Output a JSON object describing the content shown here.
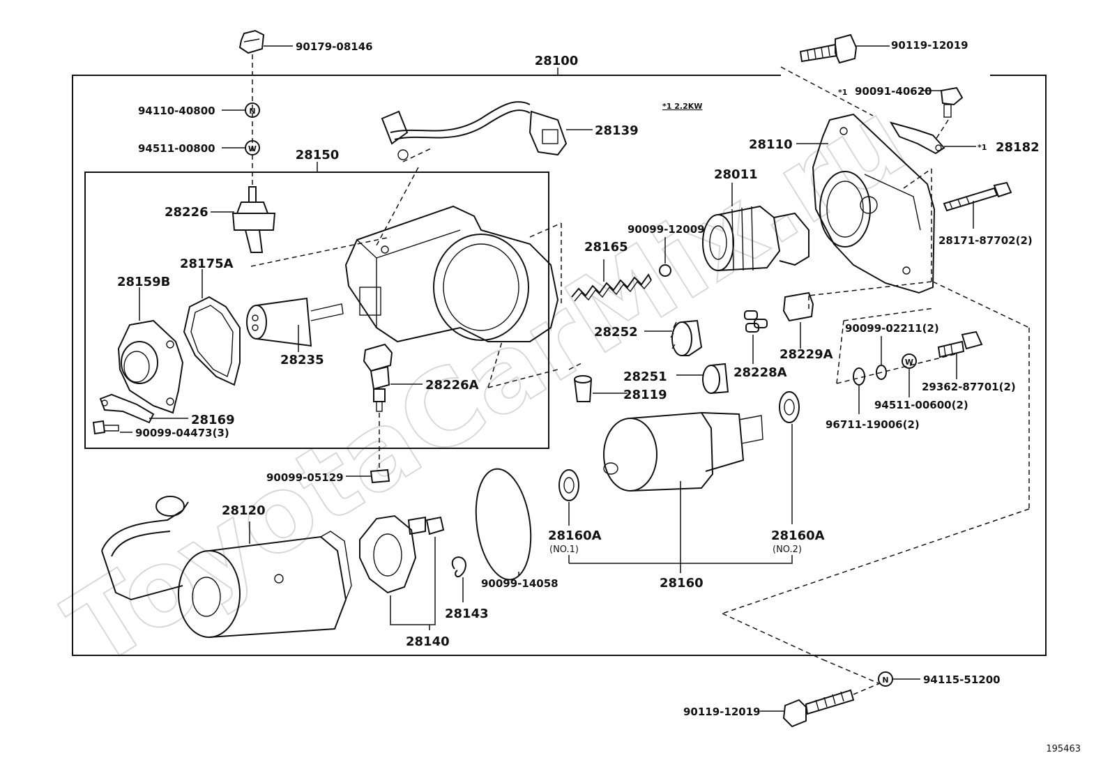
{
  "watermark": "ToyotaCarMix.ru",
  "figure_id": "195463",
  "note": "*1 2.2KW",
  "labels": {
    "assembly": "28100",
    "bolt_top_left": "90179-08146",
    "bolt_top_right": "90119-12019",
    "nut_n": "94110-40800",
    "washer_w": "94511-00800",
    "frame_asm": "28150",
    "lead_wire": "28139",
    "screw_star": "90091-40620",
    "star_prefix_1": "*1",
    "star_prefix_2": "*1",
    "housing": "28110",
    "bracket": "28182",
    "terminal_bolt": "28226",
    "clutch": "28011",
    "ball": "90099-12009",
    "through_bolt": "28171-87702(2)",
    "spring": "28165",
    "gasket": "28175A",
    "cover": "28159B",
    "plunger": "28235",
    "idle_gear": "28252",
    "retainer": "28229A",
    "wash_02211": "90099-02211(2)",
    "roller": "28228A",
    "idle_shaft": "28251",
    "terminal_kit": "28226A",
    "shaft_pin": "28119",
    "bolt_29362": "29362-87701(2)",
    "washer_w6": "94511-00600(2)",
    "plate_28169": "28169",
    "screw_04473": "90099-04473(3)",
    "washer_96711": "96711-19006(2)",
    "nut_05129": "90099-05129",
    "yoke": "28120",
    "bearing_1": "28160A",
    "bearing_1_sub": "(NO.1)",
    "bearing_2": "28160A",
    "bearing_2_sub": "(NO.2)",
    "o_ring": "90099-14058",
    "armature": "28160",
    "brush_spring": "28143",
    "brush_holder": "28140",
    "nut_bottom": "94115-51200",
    "bolt_bottom": "90119-12019"
  },
  "icons": [
    "nut-n-icon",
    "washer-w-icon"
  ]
}
